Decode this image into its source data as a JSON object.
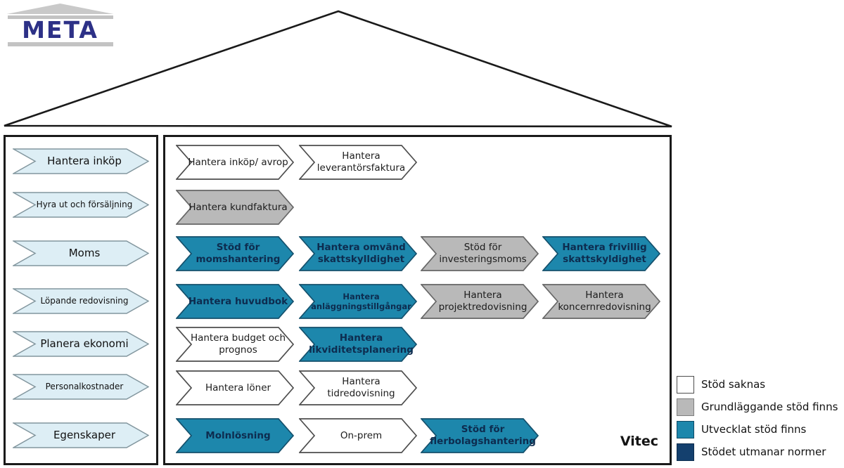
{
  "logo": {
    "text": "META"
  },
  "sidebar": {
    "items": [
      {
        "label": "Hantera inköp"
      },
      {
        "label": "Hyra ut och försäljning"
      },
      {
        "label": "Moms"
      },
      {
        "label": "Löpande redovisning"
      },
      {
        "label": "Planera ekonomi"
      },
      {
        "label": "Personalkostnader"
      },
      {
        "label": "Egenskaper"
      }
    ]
  },
  "main": {
    "brand": "Vitec",
    "rows": [
      {
        "items": [
          {
            "label": "Hantera inköp/ avrop",
            "status": "none"
          },
          {
            "label": "Hantera leverantörsfaktura",
            "status": "none"
          }
        ]
      },
      {
        "items": [
          {
            "label": "Hantera kundfaktura",
            "status": "basic"
          }
        ]
      },
      {
        "items": [
          {
            "label": "Stöd för momshantering",
            "status": "developed"
          },
          {
            "label": "Hantera omvänd skattskylldighet",
            "status": "developed"
          },
          {
            "label": "Stöd för investeringsmoms",
            "status": "basic"
          },
          {
            "label": "Hantera frivillig skattskyldighet",
            "status": "developed"
          }
        ]
      },
      {
        "items": [
          {
            "label": "Hantera huvudbok",
            "status": "developed"
          },
          {
            "label": "Hantera anläggningstillgångar",
            "status": "developed",
            "small": true
          },
          {
            "label": "Hantera projektredovisning",
            "status": "basic"
          },
          {
            "label": "Hantera koncernredovisning",
            "status": "basic"
          }
        ]
      },
      {
        "items": [
          {
            "label": "Hantera budget och prognos",
            "status": "none"
          },
          {
            "label": "Hantera likviditetsplanering",
            "status": "developed"
          }
        ]
      },
      {
        "items": [
          {
            "label": "Hantera löner",
            "status": "none"
          },
          {
            "label": "Hantera tidredovisning",
            "status": "none"
          }
        ]
      },
      {
        "items": [
          {
            "label": "Molnlösning",
            "status": "developed"
          },
          {
            "label": "On-prem",
            "status": "none"
          },
          {
            "label": "Stöd för flerbolagshantering",
            "status": "developed"
          }
        ]
      }
    ]
  },
  "legend": {
    "items": [
      {
        "key": "none",
        "label": "Stöd saknas",
        "color": "#ffffff"
      },
      {
        "key": "basic",
        "label": "Grundläggande stöd finns",
        "color": "#b9b9b9"
      },
      {
        "key": "developed",
        "label": "Utvecklat stöd finns",
        "color": "#1d87ac"
      },
      {
        "key": "challenging",
        "label": "Stödet utmanar normer",
        "color": "#14406e"
      }
    ]
  },
  "colors": {
    "sidebar_fill": "#ddeef5",
    "logo_blue": "#2d3187",
    "outline": "#1a1a1a"
  }
}
